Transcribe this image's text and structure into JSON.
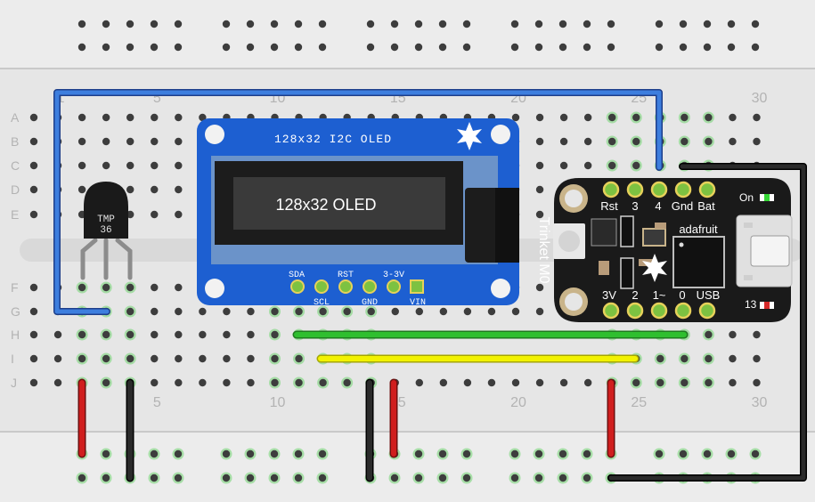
{
  "breadboard": {
    "row_letters_top": [
      "A",
      "B",
      "C",
      "D",
      "E"
    ],
    "row_letters_bottom": [
      "F",
      "G",
      "H",
      "I",
      "J"
    ],
    "column_numbers_top": [
      "1",
      "5",
      "10",
      "15",
      "20",
      "25",
      "30"
    ],
    "column_numbers_bottom": [
      "5",
      "10",
      "15",
      "20",
      "25",
      "30"
    ]
  },
  "sensor": {
    "line1": "TMP",
    "line2": "36"
  },
  "oled": {
    "title": "128x32 I2C OLED",
    "screen_text": "128x32 OLED",
    "pins_top": [
      "SDA",
      "RST",
      "3-3V"
    ],
    "pins_bottom": [
      "SCL",
      "GND",
      "VIN"
    ]
  },
  "trinket": {
    "board_name": "Trinket M0",
    "brand": "adafruit",
    "pins_top": [
      "Rst",
      "3",
      "4",
      "Gnd",
      "Bat"
    ],
    "pins_bottom": [
      "3V",
      "2",
      "1~",
      "0",
      "USB"
    ],
    "label_on": "On",
    "label_13": "13"
  },
  "colors": {
    "board": "#e6e6e6",
    "hole": "#3d3d3d",
    "hole_active": "#6fd36f",
    "wire_blue": "#3d7ede",
    "wire_green": "#2fae2f",
    "wire_yellow": "#e6e600",
    "wire_red": "#c81e1e",
    "wire_black": "#1e1e1e",
    "oled_pcb": "#1d5fd1",
    "trinket_pcb": "#1a1a1a"
  }
}
